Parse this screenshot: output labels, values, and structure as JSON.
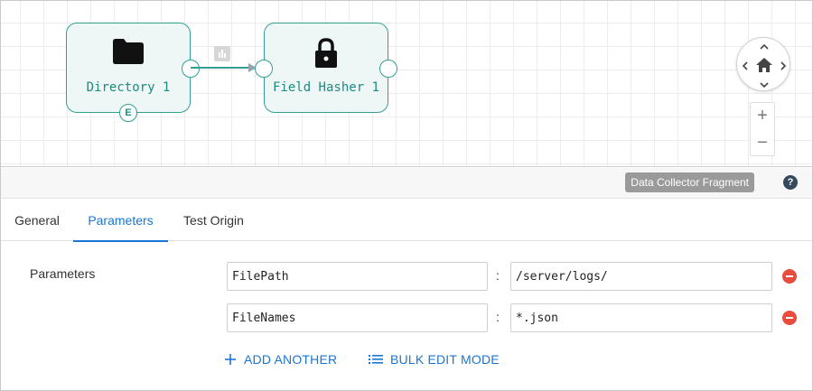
{
  "canvas": {
    "stages": [
      {
        "label": "Directory 1",
        "icon": "folder-icon"
      },
      {
        "label": "Field Hasher 1",
        "icon": "lock-icon"
      }
    ],
    "event_port_label": "E"
  },
  "info_bar": {
    "badge": "Data Collector Fragment",
    "help": "?"
  },
  "tabs": [
    {
      "label": "General",
      "active": false
    },
    {
      "label": "Parameters",
      "active": true
    },
    {
      "label": "Test Origin",
      "active": false
    }
  ],
  "parameters": {
    "label": "Parameters",
    "rows": [
      {
        "key": "FilePath",
        "value": "/server/logs/"
      },
      {
        "key": "FileNames",
        "value": "*.json"
      }
    ],
    "separator": ":",
    "add_another": "ADD ANOTHER",
    "bulk_edit": "BULK EDIT MODE"
  },
  "zoom": {
    "in": "+",
    "out": "−"
  },
  "colors": {
    "accent": "#1976d2",
    "stage_border": "#34a095",
    "remove": "#e74c3c"
  }
}
